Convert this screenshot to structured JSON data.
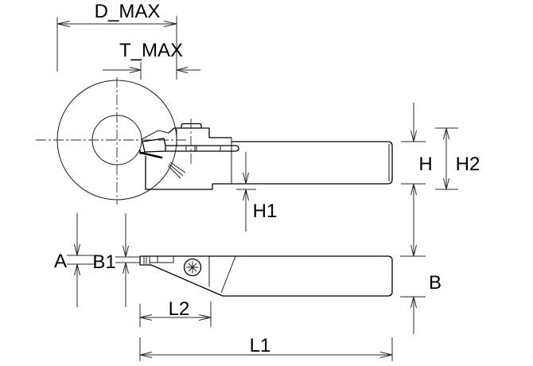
{
  "drawing": {
    "kind": "tool-holder-dimension-drawing",
    "colors": {
      "background": "#ffffff",
      "line": "#000000"
    },
    "labels": {
      "d_max": "D_MAX",
      "t_max": "T_MAX",
      "h": "H",
      "h2": "H2",
      "h1": "H1",
      "a": "A",
      "b1": "B1",
      "b": "B",
      "l2": "L2",
      "l1": "L1"
    }
  }
}
